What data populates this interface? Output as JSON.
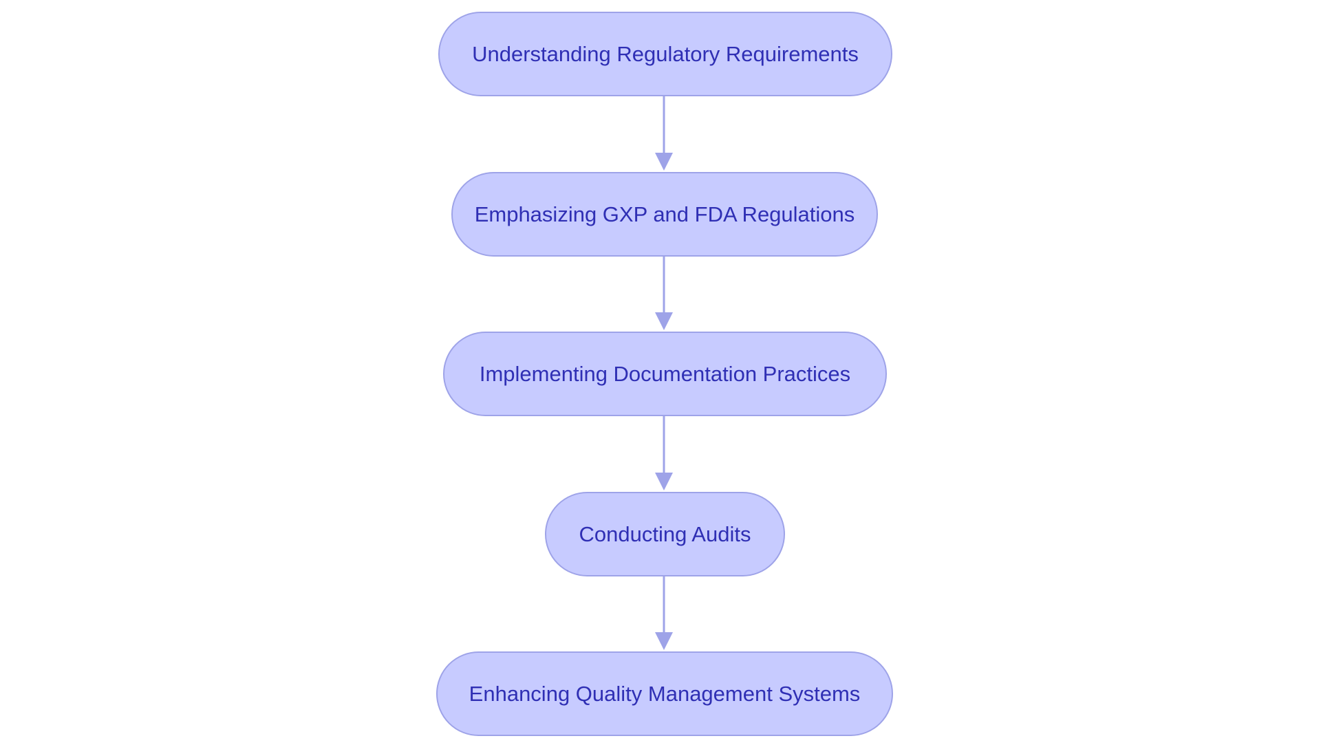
{
  "diagram": {
    "type": "vertical-flowchart",
    "colors": {
      "node_fill": "#c7cbff",
      "node_border": "#9ea3e8",
      "node_text": "#2f2fb4",
      "connector": "#9ea3e8"
    },
    "steps": [
      {
        "label": "Understanding Regulatory Requirements"
      },
      {
        "label": "Emphasizing GXP and FDA Regulations"
      },
      {
        "label": "Implementing Documentation Practices"
      },
      {
        "label": "Conducting Audits"
      },
      {
        "label": "Enhancing Quality Management Systems"
      }
    ],
    "edges": [
      {
        "from": 0,
        "to": 1
      },
      {
        "from": 1,
        "to": 2
      },
      {
        "from": 2,
        "to": 3
      },
      {
        "from": 3,
        "to": 4
      }
    ]
  }
}
